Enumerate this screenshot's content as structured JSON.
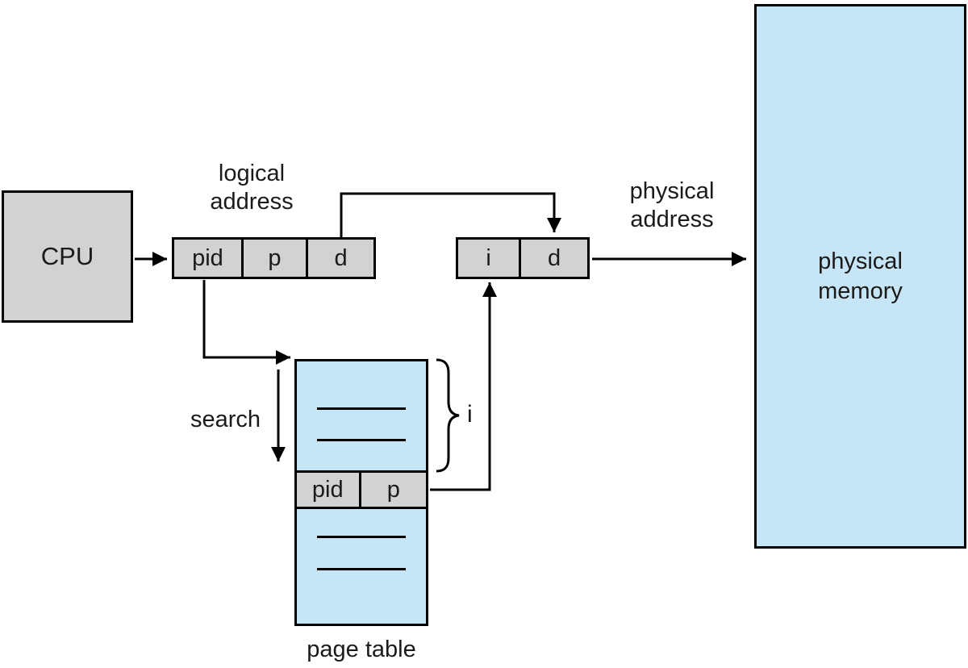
{
  "diagram": {
    "cpu": {
      "label": "CPU"
    },
    "logical_address": {
      "caption": "logical\naddress",
      "cells": [
        "pid",
        "p",
        "d"
      ]
    },
    "physical_address": {
      "caption": "physical\naddress",
      "cells": [
        "i",
        "d"
      ]
    },
    "physical_memory": {
      "label": "physical\nmemory"
    },
    "page_table": {
      "caption": "page table",
      "search_label": "search",
      "row_cells": [
        "pid",
        "p"
      ],
      "index_label": "i"
    },
    "colors": {
      "gray_box": "#d2d2d2",
      "blue_box": "#c6e5f6",
      "line": "#000000"
    }
  }
}
